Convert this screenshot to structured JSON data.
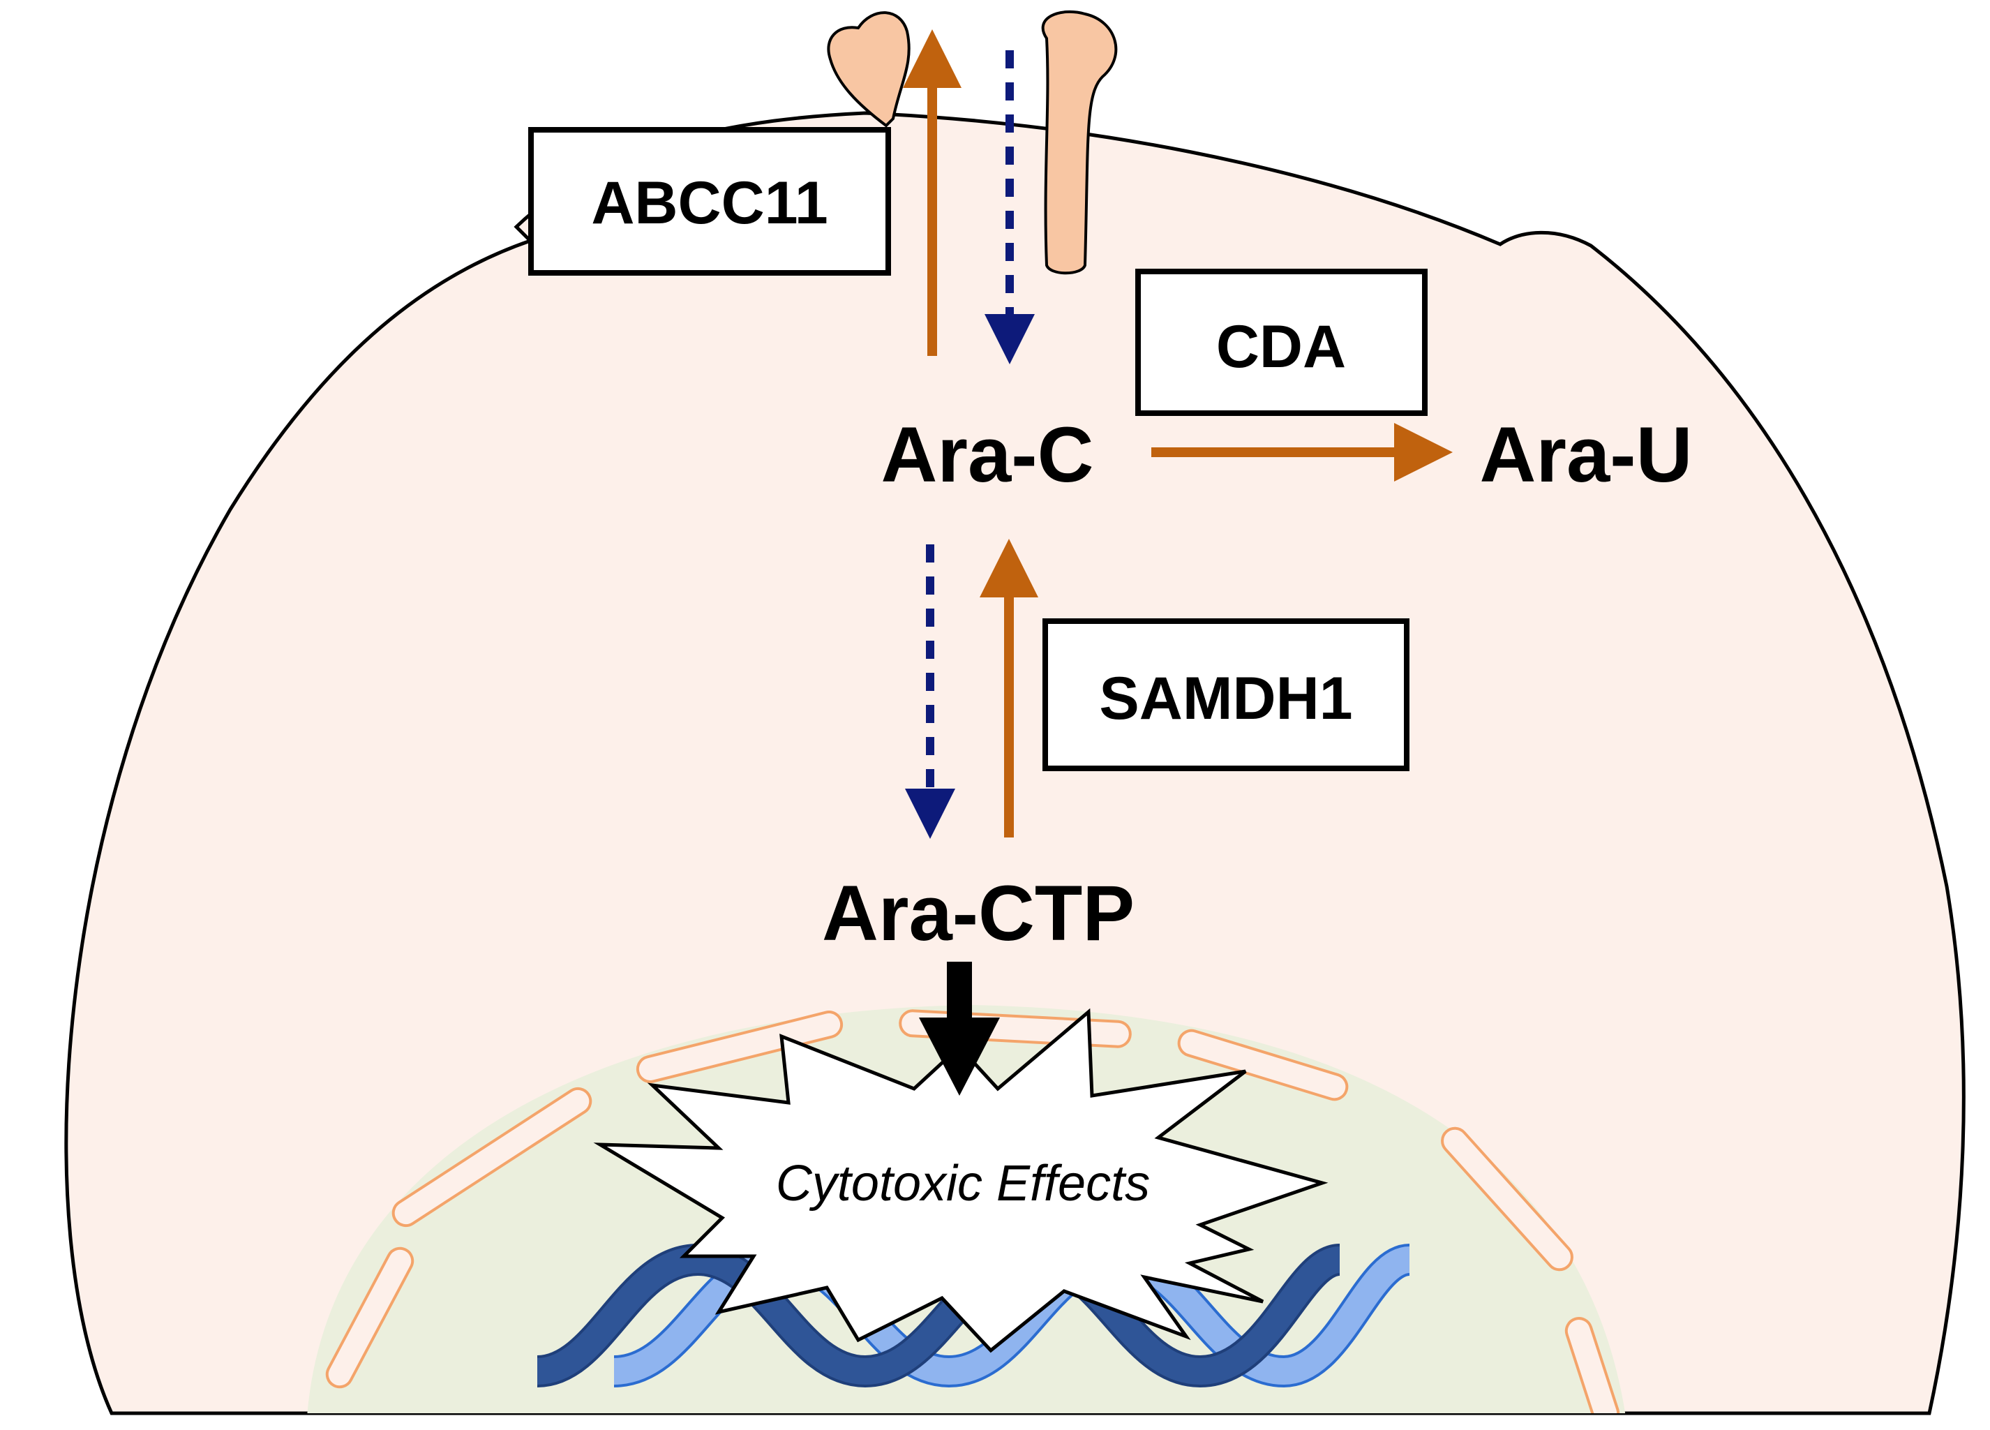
{
  "labels": {
    "abcc11": "ABCC11",
    "cda": "CDA",
    "samdh1": "SAMDH1",
    "ara_c": "Ara-C",
    "ara_u": "Ara-U",
    "ara_ctp": "Ara-CTP",
    "cytotoxic_effects": "Cytotoxic Effects"
  },
  "colors": {
    "cell_fill": "#fdf0ea",
    "nucleus_fill": "#ebefdd",
    "nuclear_envelope": "#f4a46a",
    "transporter": "#f8c6a3",
    "efflux_arrow": "#c0620e",
    "influx_arrow": "#0d1a7a",
    "dna_dark": "#2f5597",
    "dna_light": "#8fb4ef"
  }
}
